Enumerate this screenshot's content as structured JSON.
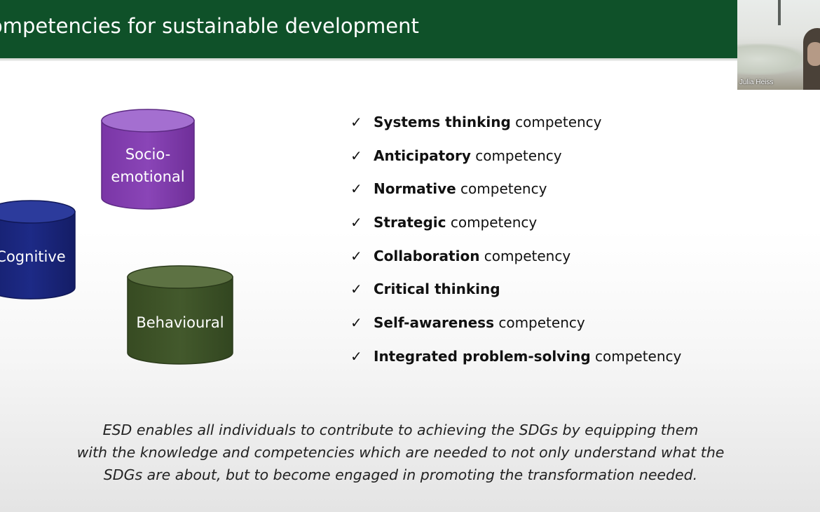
{
  "slide": {
    "title": "ompetencies for sustainable development"
  },
  "video": {
    "participant_name": "Julia Heiss"
  },
  "cylinders": [
    {
      "line1": "Socio-",
      "line2": "emotional",
      "color": "#7b3ba8"
    },
    {
      "line1": "Cognitive",
      "color": "#19247a"
    },
    {
      "line1": "Behavioural",
      "color": "#3c5227"
    }
  ],
  "competencies": [
    {
      "check": "✓",
      "bold": "Systems thinking",
      "rest": " competency"
    },
    {
      "check": "✓",
      "bold": "Anticipatory",
      "rest": " competency"
    },
    {
      "check": "✓",
      "bold": "Normative",
      "rest": " competency"
    },
    {
      "check": "✓",
      "bold": "Strategic",
      "rest": " competency"
    },
    {
      "check": "✓",
      "bold": "Collaboration",
      "rest": " competency"
    },
    {
      "check": "✓",
      "bold": "Critical thinking",
      "rest": ""
    },
    {
      "check": "✓",
      "bold": "Self-awareness",
      "rest": " competency"
    },
    {
      "check": "✓",
      "bold": "Integrated problem-solving",
      "rest": " competency"
    }
  ],
  "statement": {
    "line1": "ESD enables all individuals to contribute to achieving the SDGs by equipping them",
    "line2": "with the knowledge and competencies which are needed to not only understand what the",
    "line3": "SDGs are about, but to become engaged in promoting the transformation needed."
  },
  "colors": {
    "header": "#0f5129",
    "socio": "#7b3ba8",
    "cognitive": "#19247a",
    "behavioural": "#3c5227"
  }
}
